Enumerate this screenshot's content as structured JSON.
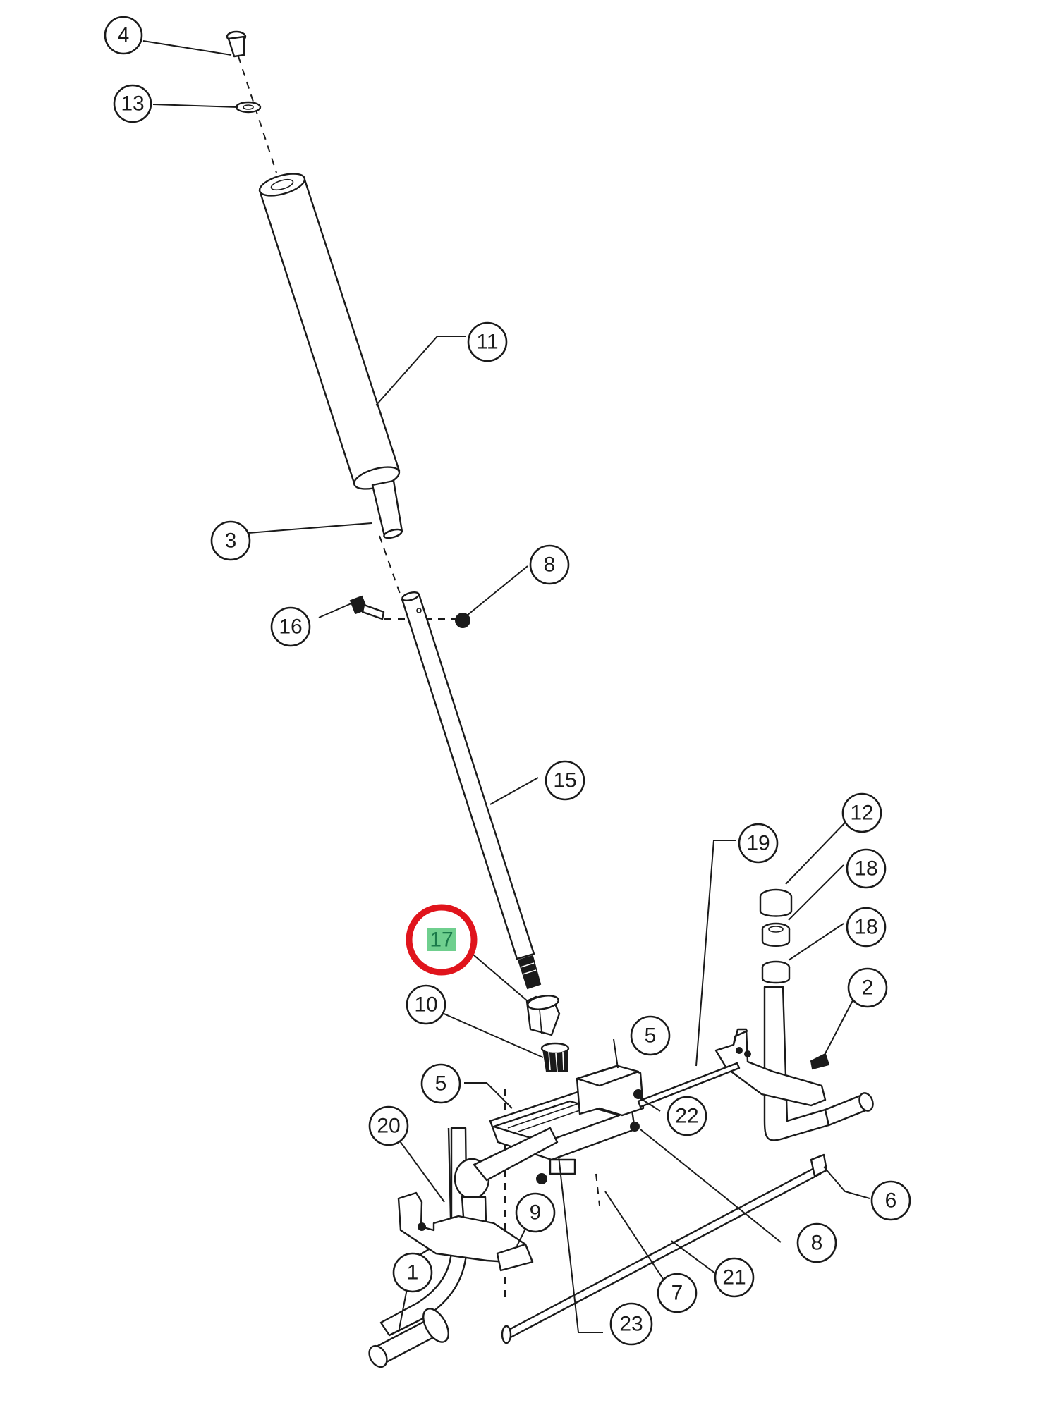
{
  "diagram": {
    "callouts": [
      {
        "id": "c4",
        "label": "4"
      },
      {
        "id": "c13",
        "label": "13"
      },
      {
        "id": "c11",
        "label": "11"
      },
      {
        "id": "c3",
        "label": "3"
      },
      {
        "id": "c8a",
        "label": "8"
      },
      {
        "id": "c16",
        "label": "16"
      },
      {
        "id": "c15",
        "label": "15"
      },
      {
        "id": "c12",
        "label": "12"
      },
      {
        "id": "c19",
        "label": "19"
      },
      {
        "id": "c18a",
        "label": "18"
      },
      {
        "id": "c18b",
        "label": "18"
      },
      {
        "id": "c17",
        "label": "17"
      },
      {
        "id": "c2",
        "label": "2"
      },
      {
        "id": "c10",
        "label": "10"
      },
      {
        "id": "c5a",
        "label": "5"
      },
      {
        "id": "c5b",
        "label": "5"
      },
      {
        "id": "c22",
        "label": "22"
      },
      {
        "id": "c20",
        "label": "20"
      },
      {
        "id": "c6",
        "label": "6"
      },
      {
        "id": "c9",
        "label": "9"
      },
      {
        "id": "c8b",
        "label": "8"
      },
      {
        "id": "c1",
        "label": "1"
      },
      {
        "id": "c21",
        "label": "21"
      },
      {
        "id": "c7",
        "label": "7"
      },
      {
        "id": "c23",
        "label": "23"
      }
    ],
    "highlight": {
      "callout_id": "c17",
      "fill_color": "#6fcf8e",
      "ring_color": "#e0141c"
    }
  }
}
